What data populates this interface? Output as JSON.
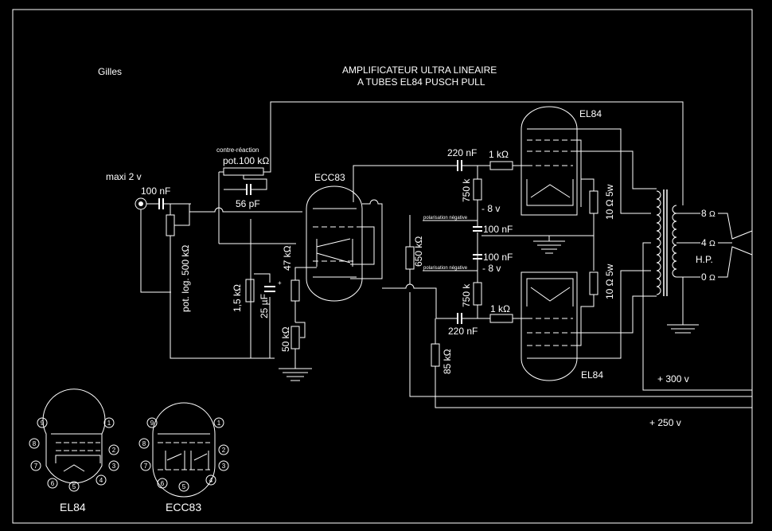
{
  "header": {
    "author": "Gilles",
    "title_line1": "AMPLIFICATEUR ULTRA LINEAIRE",
    "title_line2": "A TUBES EL84 PUSCH PULL"
  },
  "input": {
    "level": "maxi 2 v",
    "coupling_cap": "100 nF",
    "volume_pot": "pot. log. 500 kΩ"
  },
  "feedback": {
    "label": "contre-réaction",
    "pot": "pot.100 kΩ",
    "cap": "56 pF"
  },
  "driver": {
    "tube": "ECC83",
    "cathode_res": "1,5 kΩ",
    "cathode_cap": "25 µF",
    "res_47k": "47 kΩ",
    "pot_50k": "50 kΩ",
    "res_650k": "650 kΩ",
    "res_85k": "85 kΩ"
  },
  "output_stage": {
    "tube_top": "EL84",
    "tube_bottom": "EL84",
    "coupling_top": "220 nF",
    "coupling_bottom": "220 nF",
    "grid_res_top": "1 kΩ",
    "grid_res_bottom": "1 kΩ",
    "bias_res_top": "750 k",
    "bias_res_bottom": "750 k",
    "bias_v_top": "- 8 v",
    "bias_v_bottom": "- 8 v",
    "bias_label_top": "polarisation négative",
    "bias_label_bottom": "polarisation négative",
    "bias_cap_top": "100 nF",
    "bias_cap_bottom": "100 nF",
    "cathode_res_top": "10 Ω 5w",
    "cathode_res_bottom": "10 Ω 5w"
  },
  "transformer": {
    "tap_8": "8",
    "tap_4": "4",
    "tap_0": "0",
    "tap_symbol": "Ω",
    "speaker_label": "H.P."
  },
  "supply": {
    "v300": "+ 300 v",
    "v250": "+ 250 v"
  },
  "pinouts": {
    "el84_name": "EL84",
    "ecc83_name": "ECC83",
    "el84_pins": [
      "1",
      "2",
      "3",
      "4",
      "5",
      "6",
      "7",
      "8",
      "9"
    ],
    "ecc83_pins": [
      "1",
      "2",
      "3",
      "4",
      "5",
      "6",
      "7",
      "8",
      "9"
    ]
  },
  "colors": {
    "background": "#000000",
    "ink": "#ffffff"
  }
}
